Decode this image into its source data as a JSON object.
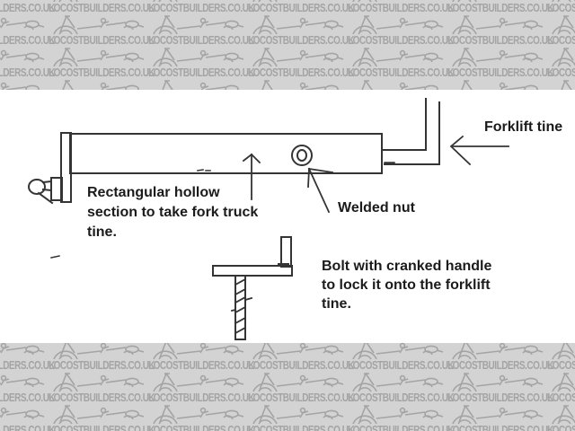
{
  "watermark": {
    "text": "LOCOSTBUILDERS.CO.UK"
  },
  "colors": {
    "band_bg": "#d3d3d3",
    "ink": "#a4a4a4",
    "line": "#343434",
    "label": "#1b1b1b",
    "canvas": "#ffffff"
  },
  "labels": {
    "forklift_tine": "Forklift tine",
    "rect_hollow_lines": [
      "Rectangular hollow",
      "section to take fork truck",
      "tine."
    ],
    "welded_nut": "Welded nut",
    "bolt_lines": [
      "Bolt with cranked handle",
      "to lock it onto the forklift",
      "tine."
    ]
  },
  "diagram_parts": {
    "tube": "rectangular hollow section",
    "nut": "welded nut",
    "tine": "forklift tine",
    "bolt": "bolt with cranked handle"
  }
}
